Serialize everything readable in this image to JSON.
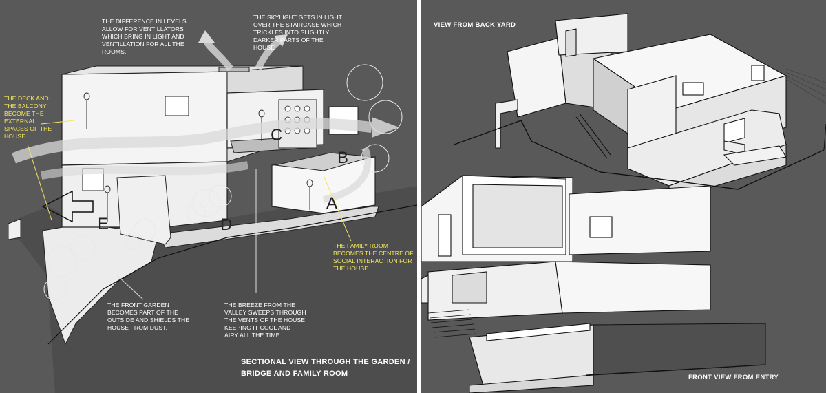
{
  "left_panel": {
    "notes": {
      "ventilators": "THE DIFFERENCE IN LEVELS\nALLOW FOR VENTILLATORS\nWHICH BRING IN LIGHT AND\nVENTILLATION FOR ALL THE\nROOMS.",
      "skylight": "THE SKYLIGHT GETS IN LIGHT\nOVER THE STAIRCASE WHICH\nTRICKLES INTO SLIGHTLY\nDARKER PARTS OF THE\nHOUSE",
      "deck": "THE DECK AND\nTHE BALCONY\nBECOME THE\nEXTERNAL\nSPACES OF THE\nHOUSE.",
      "family_room": "THE FAMILY ROOM\nBECOMES THE CENTRE OF\nSOCIAL INTERACTION FOR\nTHE HOUSE.",
      "front_garden": "THE FRONT GARDEN\nBECOMES PART OF THE\nOUTSIDE AND SHIELDS THE\nHOUSE FROM DUST.",
      "breeze": "THE BREEZE FROM THE\nVALLEY SWEEPS THROUGH\nTHE VENTS OF THE HOUSE\nKEEPING IT COOL AND\nAIRY ALL THE TIME."
    },
    "letters": {
      "a": "A",
      "b": "B",
      "c": "C",
      "d": "D",
      "e": "E"
    },
    "caption": "SECTIONAL  VIEW THROUGH THE GARDEN /\nBRIDGE AND FAMILY ROOM"
  },
  "right_panel": {
    "back_yard_caption": "VIEW FROM BACK YARD",
    "entry_caption": "FRONT VIEW FROM ENTRY"
  },
  "colors": {
    "background": "#595959",
    "note_text": "#ffffff",
    "highlight_text": "#f2e65c",
    "model_fill": "#ffffff",
    "airflow": "#d9d9d9"
  }
}
